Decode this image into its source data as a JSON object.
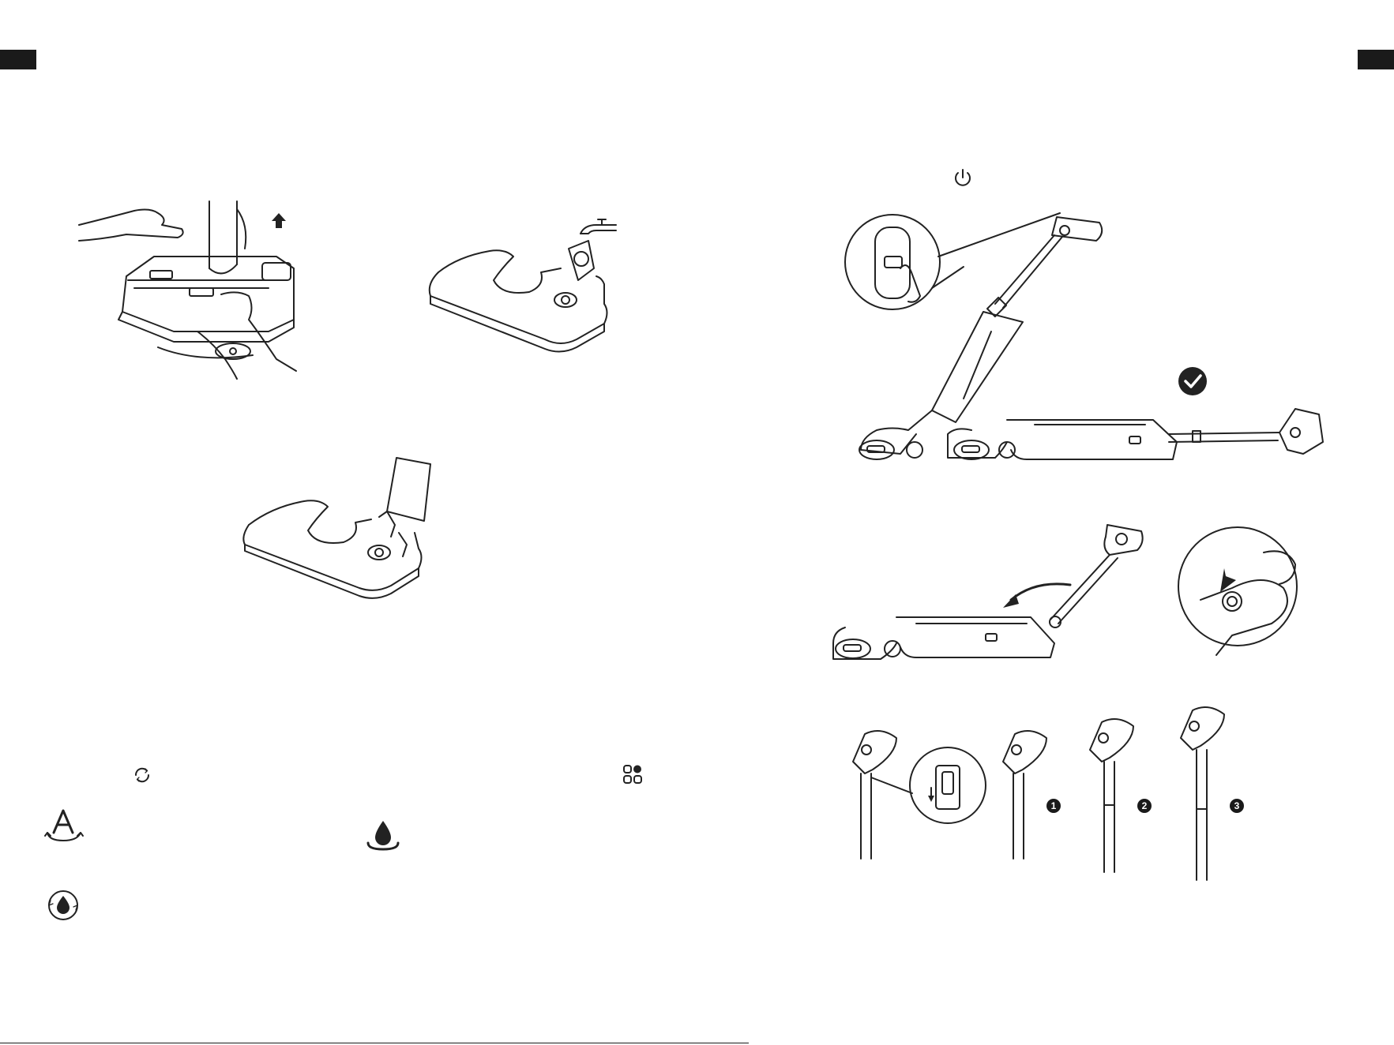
{
  "page": {
    "left_tab": "",
    "right_tab": ""
  },
  "steps": {
    "extend_numbers": [
      "1",
      "2",
      "3"
    ]
  },
  "icons": {
    "power": "power-icon",
    "cycle": "cycle-mode-icon",
    "apps": "apps-grid-icon",
    "auto": "auto-mode-icon",
    "water": "water-drop-icon",
    "self_clean": "self-clean-icon",
    "check": "check-icon",
    "up_arrow": "up-arrow-icon"
  },
  "colors": {
    "ink": "#1a1a1a",
    "paper": "#ffffff"
  }
}
